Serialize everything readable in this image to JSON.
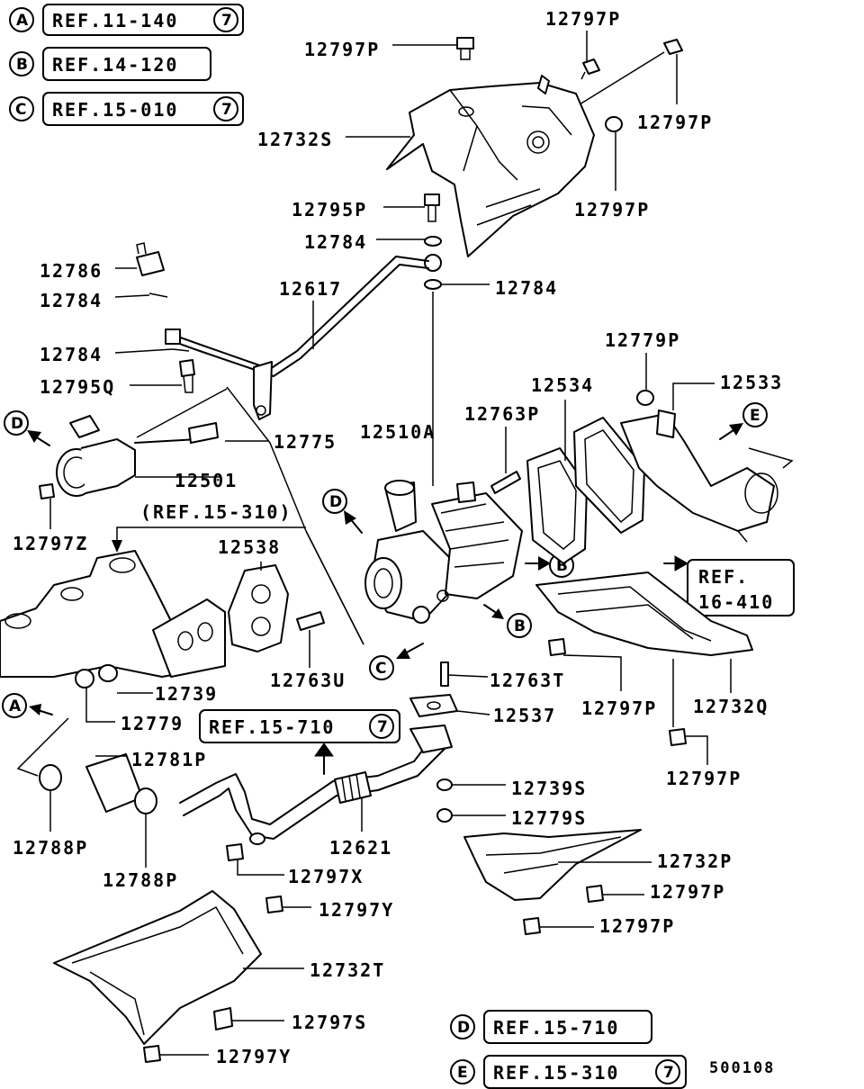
{
  "diagram": {
    "ref_boxes": [
      {
        "letter": "A",
        "text": "REF.11-140",
        "num": "7"
      },
      {
        "letter": "B",
        "text": "REF.14-120",
        "num": ""
      },
      {
        "letter": "C",
        "text": "REF.15-010",
        "num": "7"
      },
      {
        "letter": "D",
        "text": "REF.15-710",
        "num": ""
      },
      {
        "letter": "E",
        "text": "REF.15-310",
        "num": "7"
      },
      {
        "letter": "",
        "text": "REF.15-710",
        "num": "7"
      },
      {
        "letter": "",
        "text": "REF.",
        "num": ""
      },
      {
        "letter": "",
        "text": "16-410",
        "num": ""
      }
    ],
    "ref_plain": "(REF.15-310)",
    "markers": [
      "D",
      "E",
      "D",
      "B",
      "B",
      "C",
      "A"
    ],
    "parts": [
      "12797P",
      "12797P",
      "12797P",
      "12732S",
      "12797P",
      "12795P",
      "12784",
      "12784",
      "12786",
      "12784",
      "12617",
      "12784",
      "12795Q",
      "12779P",
      "12534",
      "12533",
      "12763P",
      "12510A",
      "12775",
      "12501",
      "12797Z",
      "12538",
      "12763U",
      "12739",
      "12779",
      "12763T",
      "12537",
      "12797P",
      "12732Q",
      "12797P",
      "12781P",
      "12621",
      "12739S",
      "12779S",
      "12788P",
      "12788P",
      "12797X",
      "12732P",
      "12797P",
      "12797P",
      "12797Y",
      "12732T",
      "12797S",
      "12797Y"
    ],
    "footer_code": "500108"
  }
}
